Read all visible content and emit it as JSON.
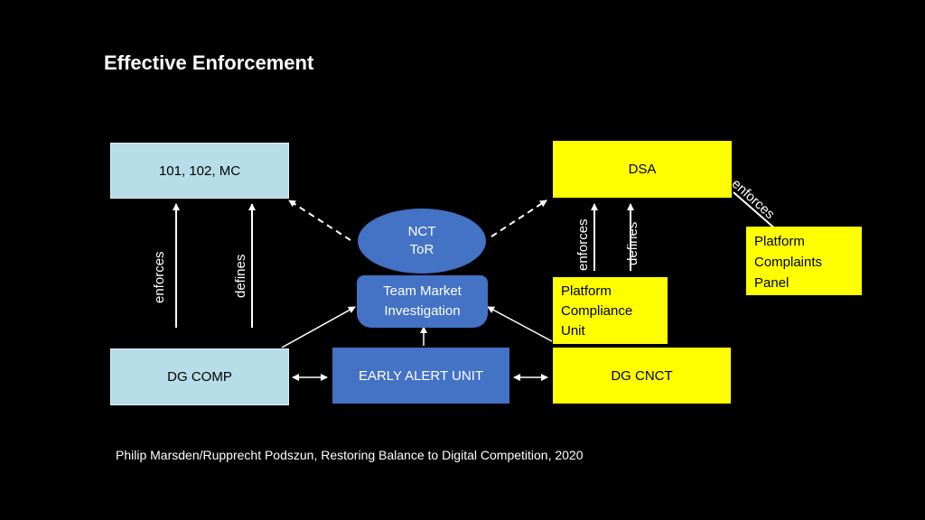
{
  "title": "Effective Enforcement",
  "boxes": {
    "top_left": "101, 102, MC",
    "dsa": "DSA",
    "nct_line1": "NCT",
    "nct_line2": "ToR",
    "tmi_line1": "Team Market",
    "tmi_line2": "Investigation",
    "pcu_line1": "Platform",
    "pcu_line2": "Compliance",
    "pcu_line3": "Unit",
    "pcp_line1": "Platform",
    "pcp_line2": "Complaints",
    "pcp_line3": "Panel",
    "dg_comp": "DG COMP",
    "early_alert": "EARLY ALERT UNIT",
    "dg_cnct": "DG CNCT"
  },
  "labels": {
    "enforces_left": "enforces",
    "defines_left": "defines",
    "enforces_right": "enforces",
    "defines_right": "defines",
    "enforces_diag": "enforces"
  },
  "footer": "Philip Marsden/Rupprecht Podszun, Restoring Balance to Digital Competition, 2020",
  "colors": {
    "light_blue": "#b7dde8",
    "yellow": "#ffff00",
    "blue": "#4472c4",
    "background": "#000000"
  }
}
